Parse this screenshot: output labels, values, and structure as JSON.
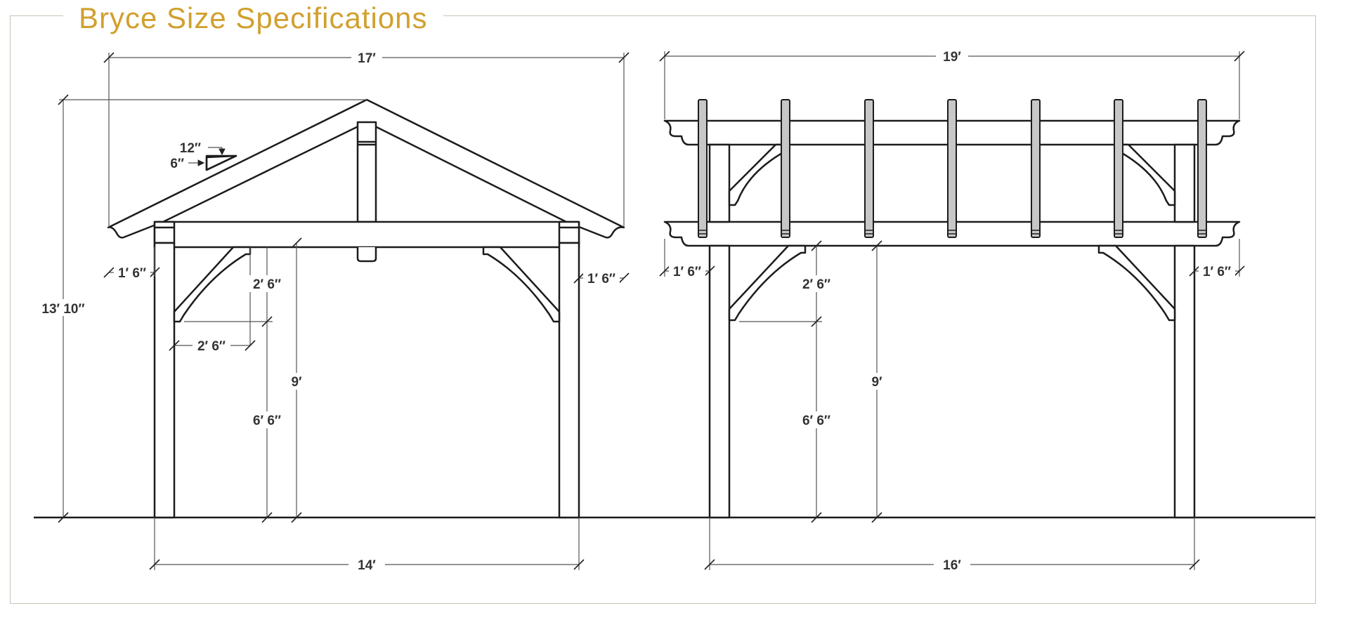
{
  "title": "Bryce Size Specifications",
  "colors": {
    "title": "#d1a02f",
    "frame": "#c9c2b6",
    "line": "#1c1c1c",
    "rafter": "#c7c7c7"
  },
  "front_view": {
    "overall_width": "17′",
    "overall_height": "13′ 10″",
    "post_span": "14′",
    "overhang_left": "1′ 6″",
    "overhang_right": "1′ 6″",
    "clear_height": "9′",
    "brace_vertical": "2′ 6″",
    "brace_horizontal": "2′ 6″",
    "brace_clearance": "6′ 6″",
    "pitch_run": "12″",
    "pitch_rise": "6″"
  },
  "side_view": {
    "overall_length": "19′",
    "post_span": "16′",
    "overhang_left": "1′ 6″",
    "overhang_right": "1′ 6″",
    "clear_height": "9′",
    "brace_vertical": "2′ 6″",
    "brace_clearance": "6′ 6″"
  }
}
